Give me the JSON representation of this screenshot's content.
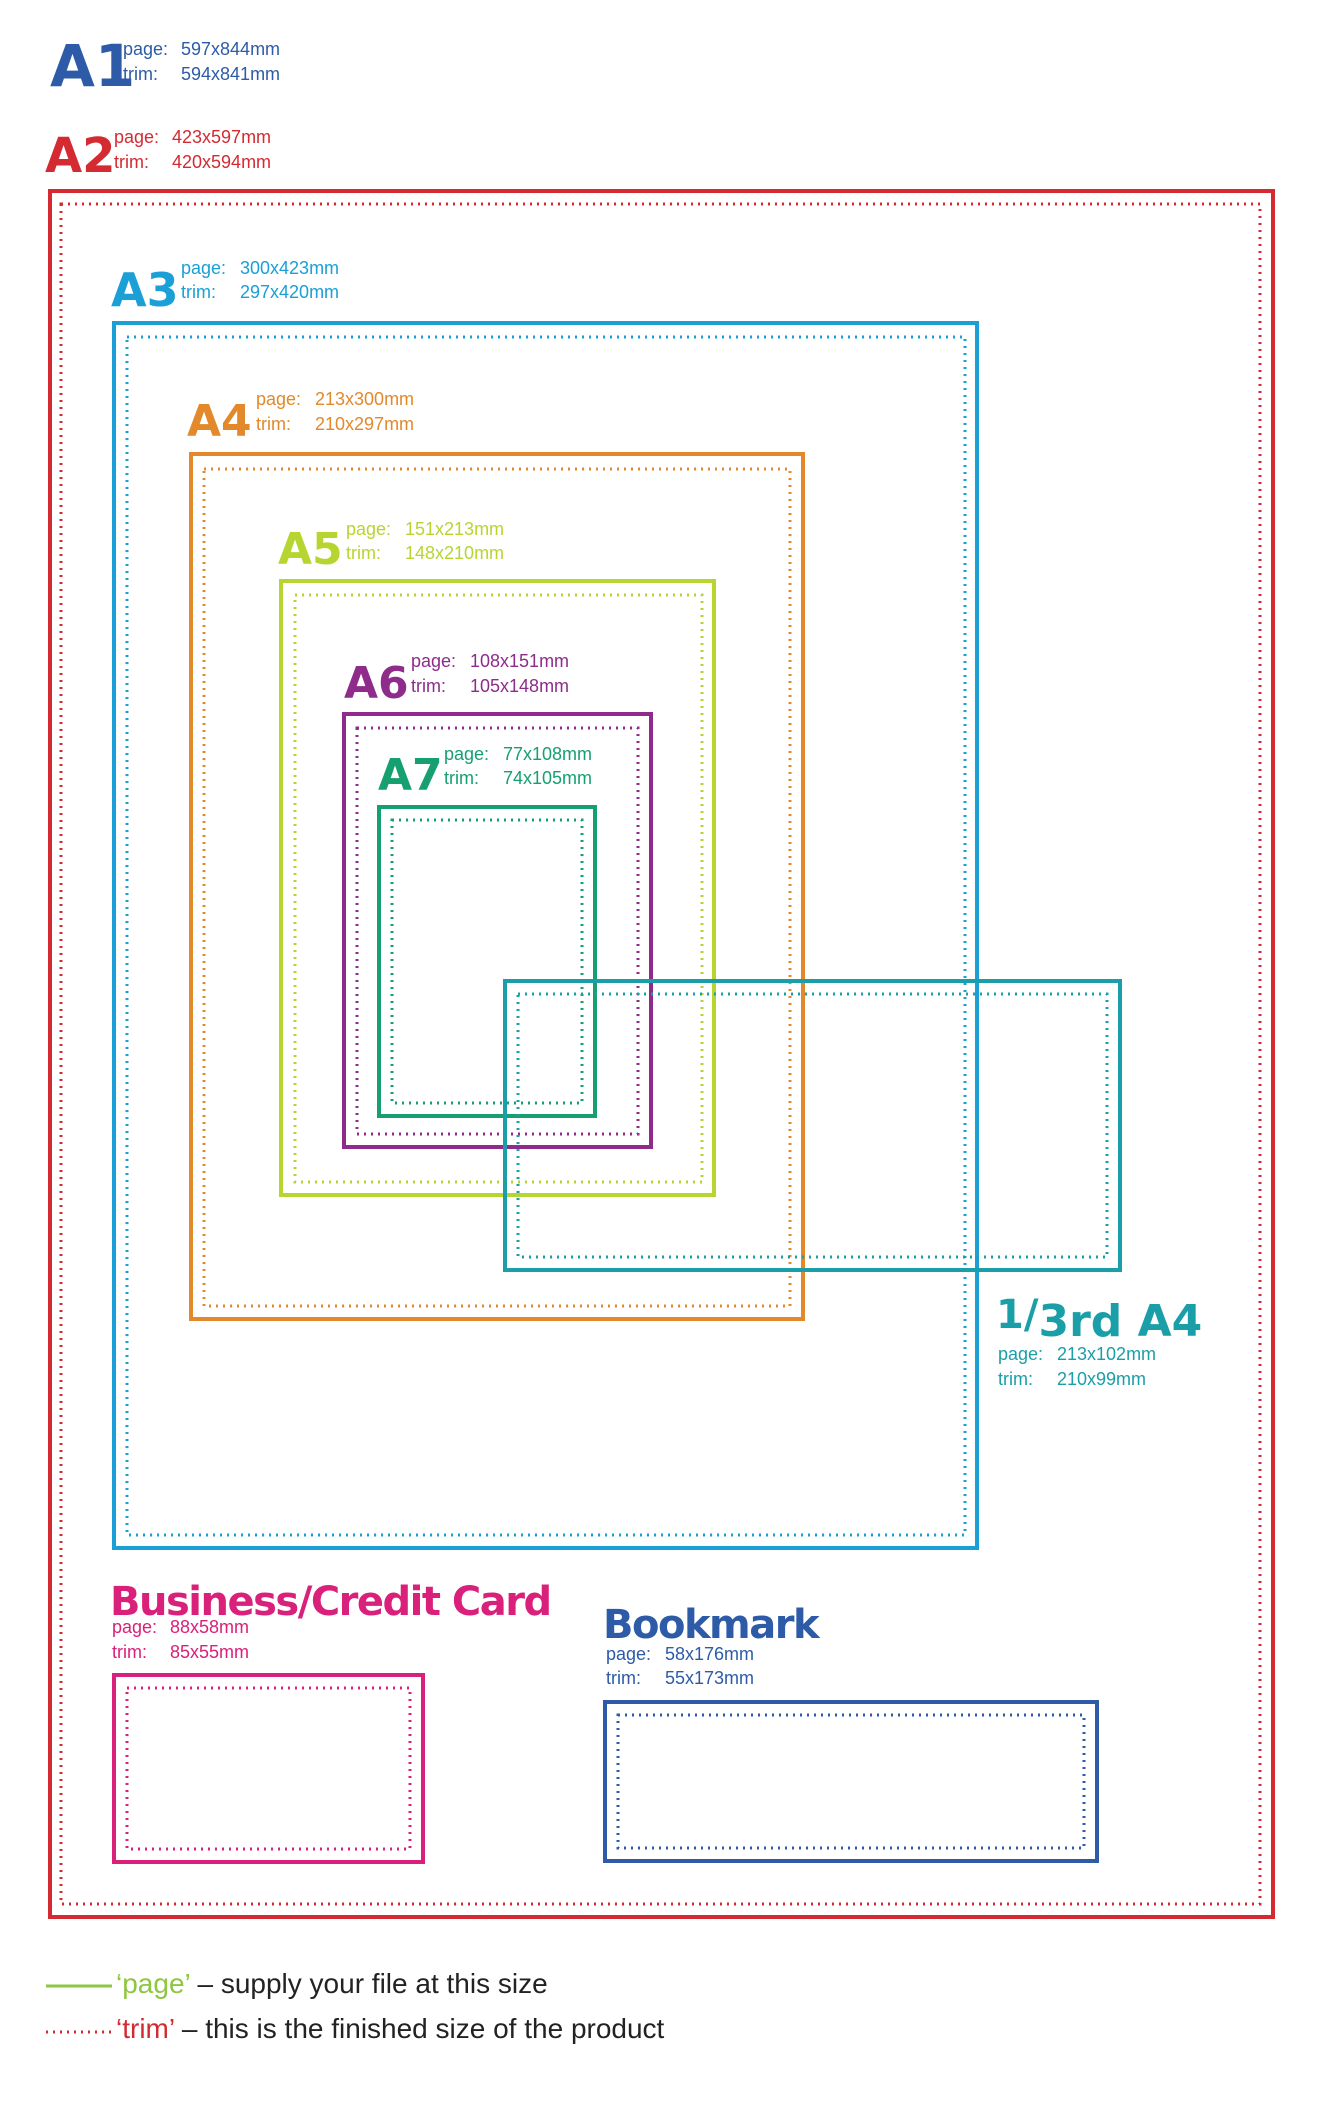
{
  "sizes": [
    {
      "name": "A1",
      "page_label": "page:",
      "page": "597x844mm",
      "trim_label": "trim:",
      "trim": "594x841mm",
      "color": "#2d5ba7"
    },
    {
      "name": "A2",
      "page_label": "page:",
      "page": "423x597mm",
      "trim_label": "trim:",
      "trim": "420x594mm",
      "color": "#d42a32"
    },
    {
      "name": "A3",
      "page_label": "page:",
      "page": "300x423mm",
      "trim_label": "trim:",
      "trim": "297x420mm",
      "color": "#1a9fd6"
    },
    {
      "name": "A4",
      "page_label": "page:",
      "page": "213x300mm",
      "trim_label": "trim:",
      "trim": "210x297mm",
      "color": "#e2892b"
    },
    {
      "name": "A5",
      "page_label": "page:",
      "page": "151x213mm",
      "trim_label": "trim:",
      "trim": "148x210mm",
      "color": "#b7d531"
    },
    {
      "name": "A6",
      "page_label": "page:",
      "page": "108x151mm",
      "trim_label": "trim:",
      "trim": "105x148mm",
      "color": "#8e2b8b"
    },
    {
      "name": "A7",
      "page_label": "page:",
      "page": "77x108mm",
      "trim_label": "trim:",
      "trim": "74x105mm",
      "color": "#16a070"
    },
    {
      "name": "1/3rd A4",
      "name_numerator": "1",
      "name_rest": "3rd A4",
      "page_label": "page:",
      "page": "213x102mm",
      "trim_label": "trim:",
      "trim": "210x99mm",
      "color": "#1a9fa8"
    },
    {
      "name": "Business/Credit Card",
      "page_label": "page:",
      "page": "88x58mm",
      "trim_label": "trim:",
      "trim": "85x55mm",
      "color": "#d9207a"
    },
    {
      "name": "Bookmark",
      "page_label": "page:",
      "page": "58x176mm",
      "trim_label": "trim:",
      "trim": "55x173mm",
      "color": "#2d5ba7"
    }
  ],
  "legend": {
    "page_line_color": "#8dc63f",
    "trim_line_color": "#d42a32",
    "page_term": "‘page’",
    "page_text": " – supply your file at this size",
    "trim_term": "‘trim’",
    "trim_text": " – this is the finished size of the product"
  }
}
